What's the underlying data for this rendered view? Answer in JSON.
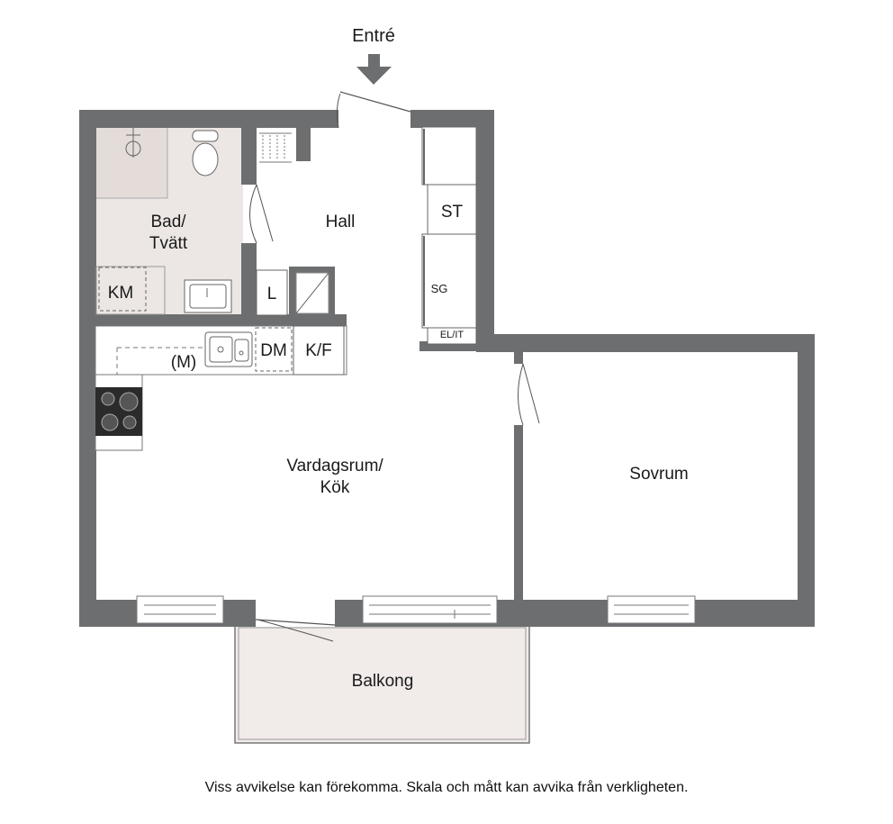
{
  "title": "",
  "entrance": {
    "label": "Entré"
  },
  "rooms": {
    "bathroom": {
      "line1": "Bad/",
      "line2": "Tvätt"
    },
    "hall": {
      "label": "Hall"
    },
    "living_kitchen": {
      "line1": "Vardagsrum/",
      "line2": "Kök"
    },
    "bedroom": {
      "label": "Sovrum"
    },
    "balcony": {
      "label": "Balkong"
    }
  },
  "fixtures": {
    "washing_machine": "KM",
    "linen_closet": "L",
    "storage": "ST",
    "wardrobe": "SG",
    "electric_it": "EL/IT",
    "microwave": "(M)",
    "dishwasher": "DM",
    "fridge_freezer": "K/F"
  },
  "colors": {
    "wall": "#6d6e70",
    "wet_room_floor": "#ece7e4",
    "balcony_floor": "#f1ecea",
    "arrow": "#6d6e70"
  },
  "footer": {
    "disclaimer": "Viss avvikelse kan förekomma. Skala och mått kan avvika från verkligheten."
  }
}
